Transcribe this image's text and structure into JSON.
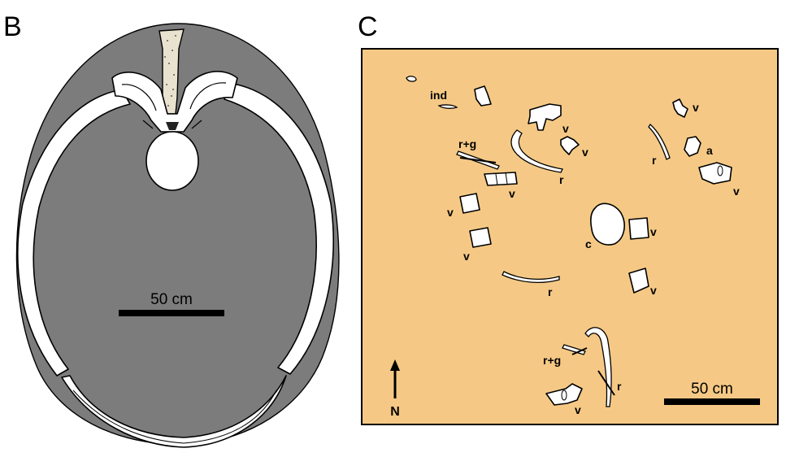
{
  "panels": {
    "b": {
      "letter": "B",
      "scale_label": "50 cm"
    },
    "c": {
      "letter": "C",
      "scale_label": "50 cm",
      "north_label": "N",
      "colors": {
        "background": "#f5c985",
        "border": "#000000"
      },
      "labels": {
        "ind": "ind",
        "rg_top": "r+g",
        "rg_bottom": "r+g",
        "r_arc": "r",
        "r_right": "r",
        "r_bottom": "r",
        "r_lower": "r",
        "a": "a",
        "c": "c",
        "v_top1": "v",
        "v_top2": "v",
        "v_right_top": "v",
        "v_right_mid": "v",
        "v_left1": "v",
        "v_left2": "v",
        "v_left3": "v",
        "v_center": "v",
        "v_lower_right": "v",
        "v_bottom": "v"
      }
    }
  },
  "colors": {
    "shell_fill": "#7c7c7c",
    "bone": "#ffffff",
    "ink": "#000000"
  }
}
